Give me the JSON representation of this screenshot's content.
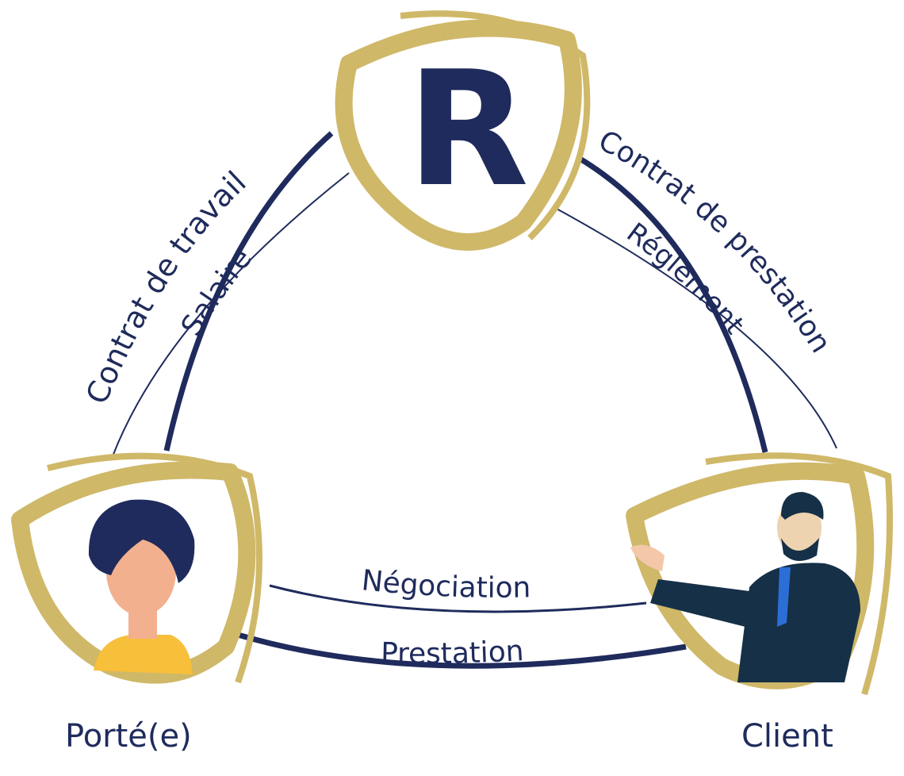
{
  "logo": {
    "letter": "R"
  },
  "edges": {
    "left": {
      "outer": "Contrat de travail",
      "inner": "Salaire"
    },
    "right": {
      "outer": "Contrat de prestation",
      "inner": "Réglement"
    },
    "bottom": {
      "top": "Négociation",
      "bottom": "Prestation"
    }
  },
  "nodes": {
    "porte": {
      "label": "Porté(e)"
    },
    "client": {
      "label": "Client"
    }
  },
  "colors": {
    "navy": "#1f2b5c",
    "gold": "#cfb868",
    "skin": "#f3b08f",
    "hair": "#1f2b5c",
    "shirt": "#f7bf3a",
    "suit": "#163047",
    "tie": "#2b6fd6"
  }
}
